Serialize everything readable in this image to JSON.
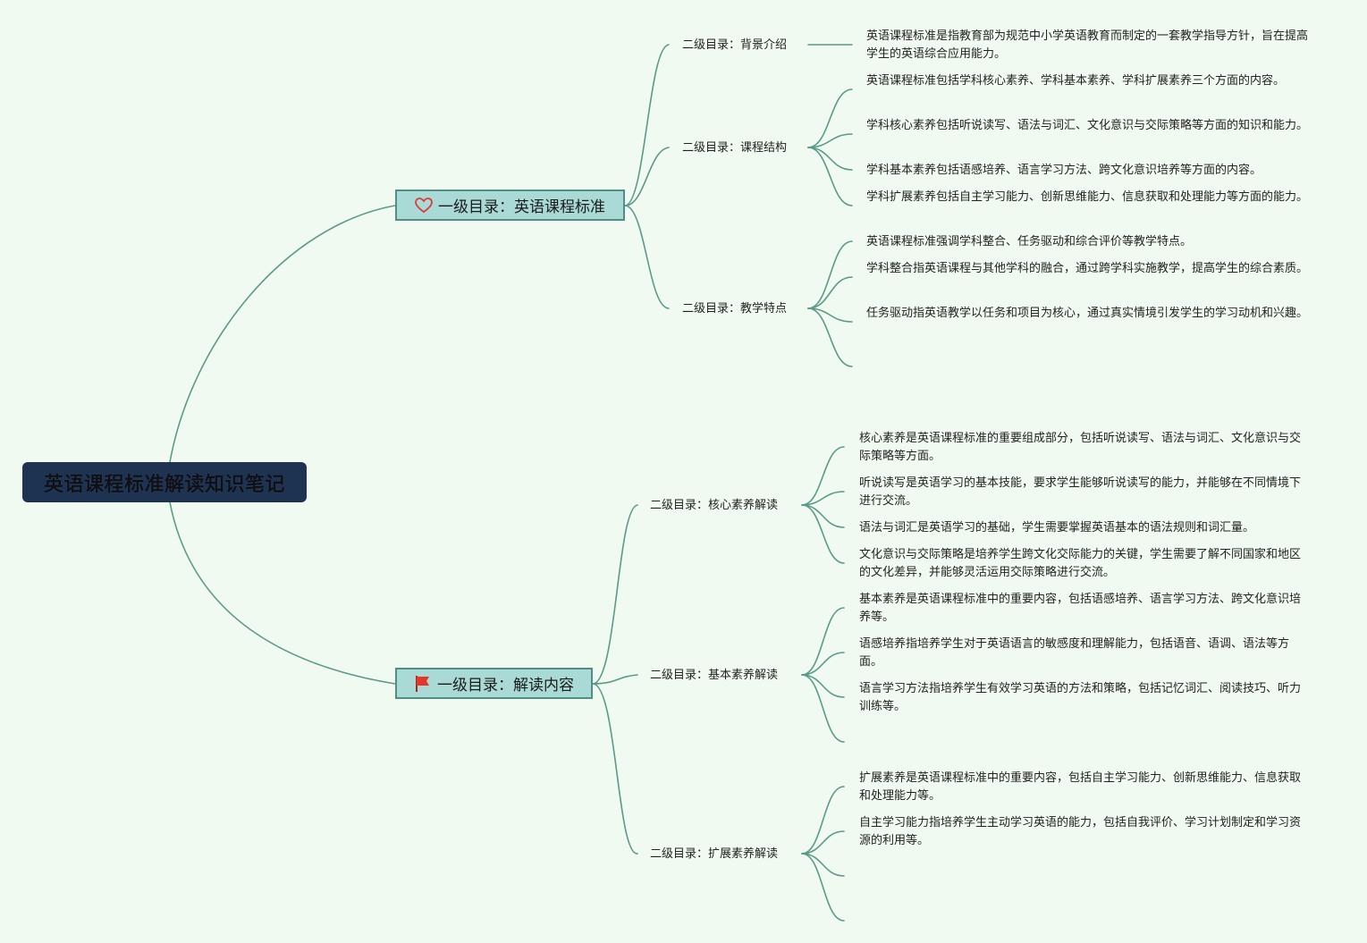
{
  "root": {
    "title": "英语课程标准解读知识笔记"
  },
  "branches": [
    {
      "label": "一级目录：英语课程标准",
      "icon": "heart-icon",
      "children": [
        {
          "label": "二级目录：背景介绍",
          "leaves": [
            "英语课程标准是指教育部为规范中小学英语教育而制定的一套教学指导方针，旨在提高学生的英语综合应用能力。"
          ]
        },
        {
          "label": "二级目录：课程结构",
          "leaves": [
            "英语课程标准包括学科核心素养、学科基本素养、学科扩展素养三个方面的内容。",
            "学科核心素养包括听说读写、语法与词汇、文化意识与交际策略等方面的知识和能力。",
            "学科基本素养包括语感培养、语言学习方法、跨文化意识培养等方面的内容。",
            "学科扩展素养包括自主学习能力、创新思维能力、信息获取和处理能力等方面的能力。"
          ]
        },
        {
          "label": "二级目录：教学特点",
          "leaves": [
            "英语课程标准强调学科整合、任务驱动和综合评价等教学特点。",
            "学科整合指英语课程与其他学科的融合，通过跨学科实施教学，提高学生的综合素质。",
            "任务驱动指英语教学以任务和项目为核心，通过真实情境引发学生的学习动机和兴趣。",
            ""
          ]
        }
      ]
    },
    {
      "label": "一级目录：解读内容",
      "icon": "red-flag-icon",
      "children": [
        {
          "label": "二级目录：核心素养解读",
          "leaves": [
            "核心素养是英语课程标准的重要组成部分，包括听说读写、语法与词汇、文化意识与交际策略等方面。",
            "听说读写是英语学习的基本技能，要求学生能够听说读写的能力，并能够在不同情境下进行交流。",
            "语法与词汇是英语学习的基础，学生需要掌握英语基本的语法规则和词汇量。",
            "文化意识与交际策略是培养学生跨文化交际能力的关键，学生需要了解不同国家和地区的文化差异，并能够灵活运用交际策略进行交流。"
          ]
        },
        {
          "label": "二级目录：基本素养解读",
          "leaves": [
            "基本素养是英语课程标准中的重要内容，包括语感培养、语言学习方法、跨文化意识培养等。",
            "语感培养指培养学生对于英语语言的敏感度和理解能力，包括语音、语调、语法等方面。",
            "语言学习方法指培养学生有效学习英语的方法和策略，包括记忆词汇、阅读技巧、听力训练等。",
            ""
          ]
        },
        {
          "label": "二级目录：扩展素养解读",
          "leaves": [
            "扩展素养是英语课程标准中的重要内容，包括自主学习能力、创新思维能力、信息获取和处理能力等。",
            "自主学习能力指培养学生主动学习英语的能力，包括自我评价、学习计划制定和学习资源的利用等。",
            "",
            ""
          ]
        }
      ]
    }
  ]
}
